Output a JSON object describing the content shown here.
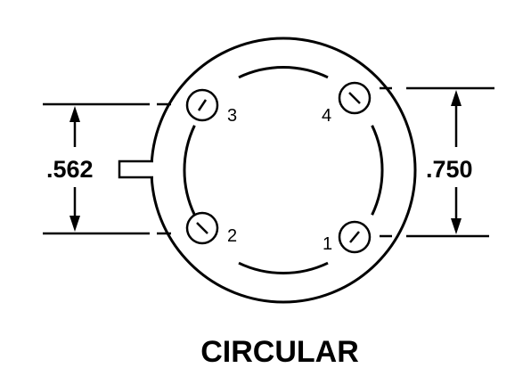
{
  "dimensions": {
    "left": ".562",
    "right": ".750"
  },
  "pins": [
    {
      "number": "1"
    },
    {
      "number": "2"
    },
    {
      "number": "3"
    },
    {
      "number": "4"
    }
  ],
  "caption": "CIRCULAR",
  "colors": {
    "line": "#000000",
    "background": "#ffffff"
  }
}
